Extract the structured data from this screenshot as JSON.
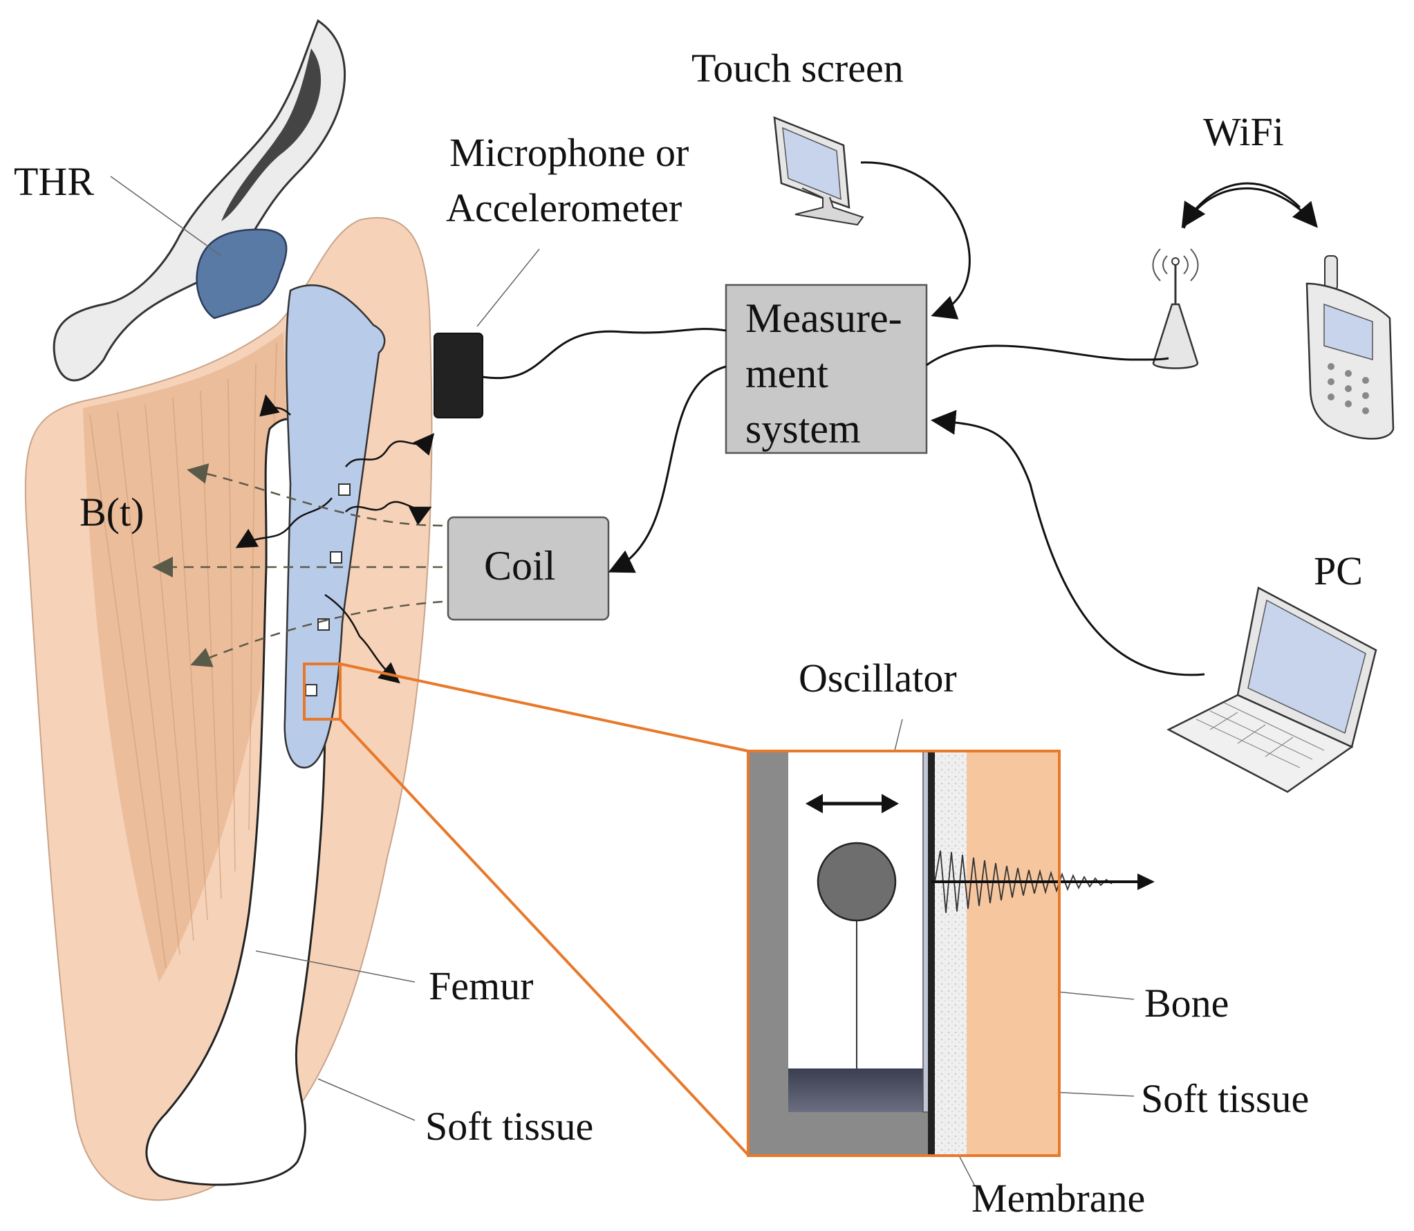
{
  "labels": {
    "thr": "THR",
    "mic_line1": "Microphone or",
    "mic_line2": "Accelerometer",
    "touch_screen": "Touch screen",
    "wifi": "WiFi",
    "bt": "B(t)",
    "coil": "Coil",
    "meas_line1": "Measure-",
    "meas_line2": "ment",
    "meas_line3": "system",
    "pc": "PC",
    "oscillator": "Oscillator",
    "femur": "Femur",
    "soft_tissue_left": "Soft tissue",
    "bone": "Bone",
    "soft_tissue_right": "Soft tissue",
    "membrane": "Membrane"
  },
  "colors": {
    "soft_tissue": "#f6d2b8",
    "muscle": "#e8b692",
    "implant": "#b8cbe8",
    "implant_head": "#5a7aa6",
    "box_fill": "#c8c8c8",
    "orange": "#e8782a",
    "bone_white": "#ffffff"
  },
  "icons": {
    "touch_screen": "monitor-icon",
    "router": "wifi-router-icon",
    "phone": "mobile-phone-icon",
    "pc": "laptop-icon",
    "sensor": "accelerometer-icon"
  }
}
